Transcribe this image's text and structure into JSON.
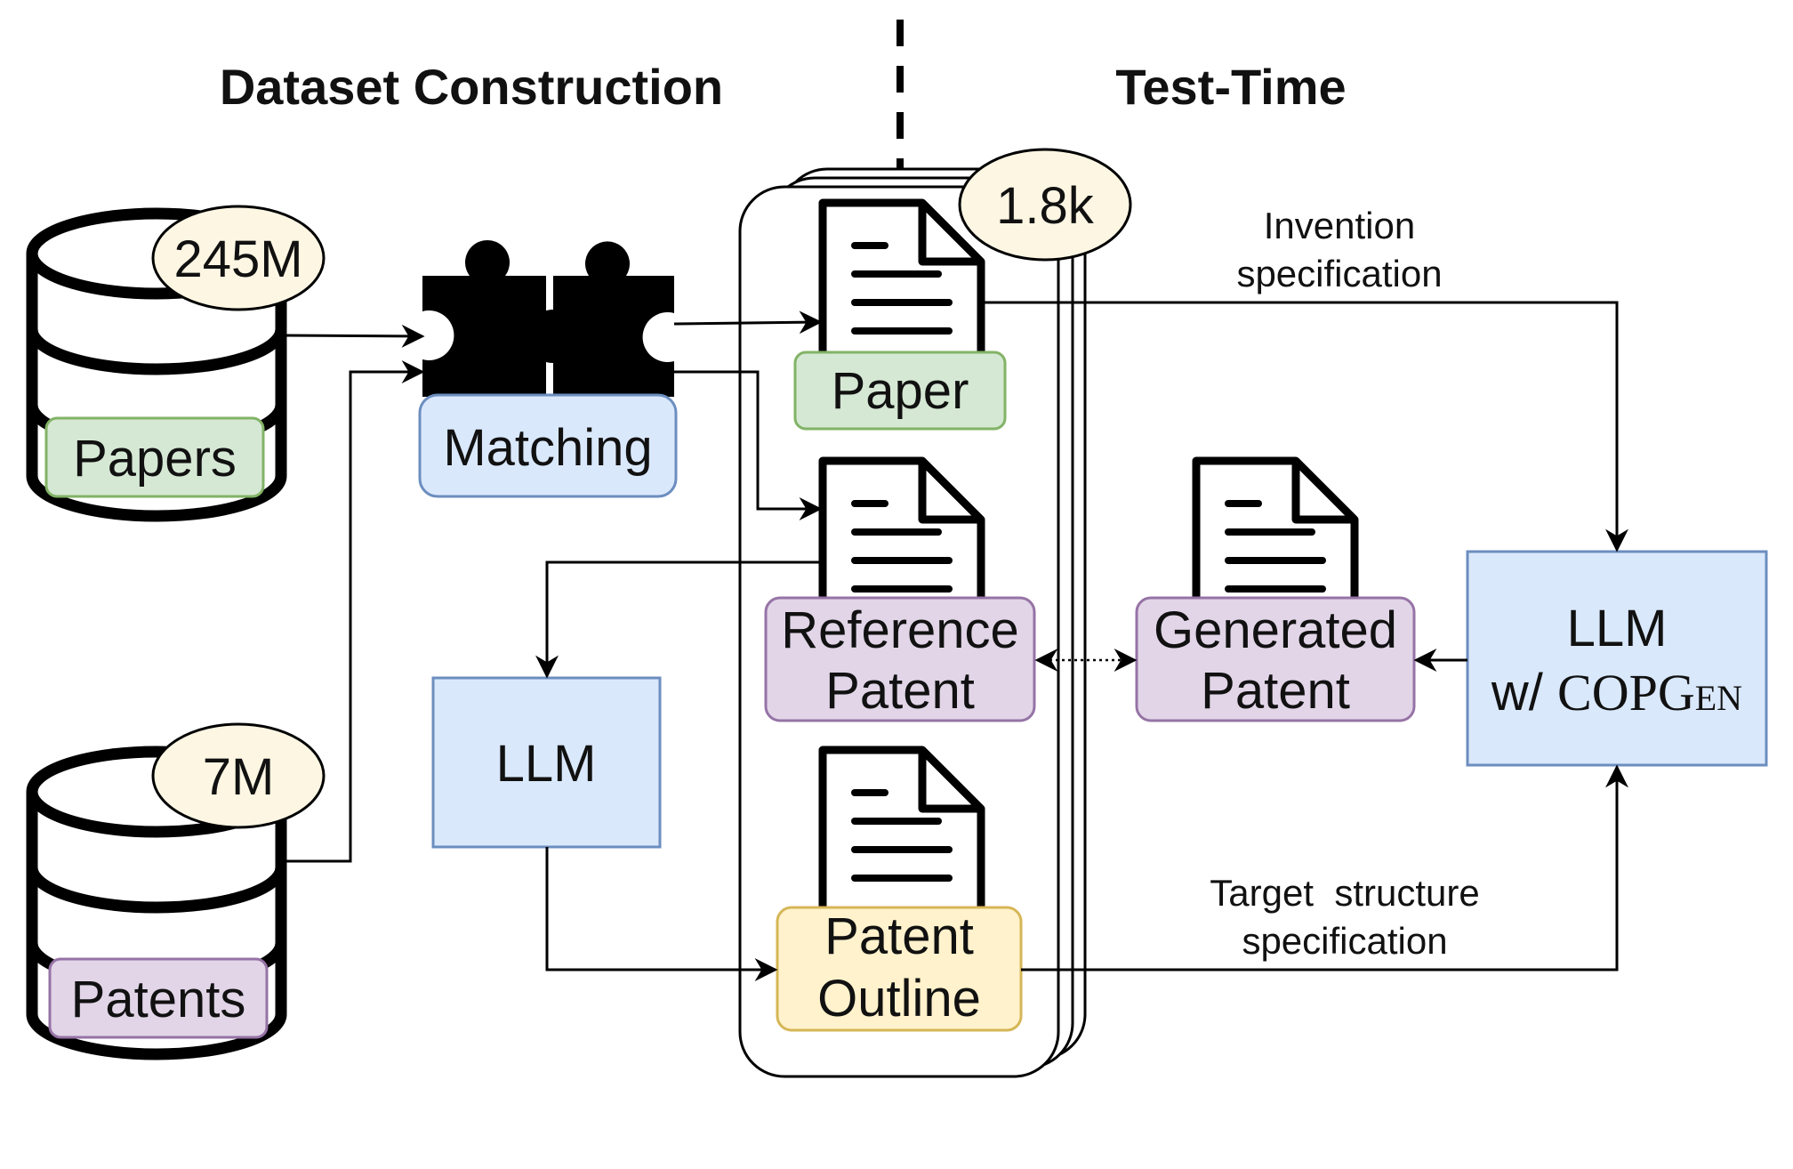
{
  "headers": {
    "left": "Dataset Construction",
    "right": "Test-Time"
  },
  "databases": {
    "papers": {
      "label": "Papers",
      "count": "245M"
    },
    "patents": {
      "label": "Patents",
      "count": "7M"
    }
  },
  "matching": {
    "label": "Matching"
  },
  "stack": {
    "count": "1.8k"
  },
  "docs": {
    "paper": "Paper",
    "reference": [
      "Reference",
      "Patent"
    ],
    "outline": [
      "Patent",
      "Outline"
    ],
    "generated": [
      "Generated",
      "Patent"
    ]
  },
  "llm_left": {
    "label": "LLM"
  },
  "llm_right": {
    "line1": "LLM",
    "line2_prefix": "w/ ",
    "line2_big": "COPG",
    "line2_small": "EN"
  },
  "annotations": {
    "invention": [
      "Invention",
      "specification"
    ],
    "target": [
      "Target  structure",
      "specification"
    ]
  },
  "colors": {
    "green_fill": "#d5e8d4",
    "green_stroke": "#82b366",
    "blue_fill": "#dae8fc",
    "blue_stroke": "#6c8ebf",
    "purple_fill": "#e1d5e7",
    "purple_stroke": "#9673a6",
    "yellow_fill": "#fff2cc",
    "yellow_stroke": "#d6b656",
    "badge_fill": "#fdf6e3"
  }
}
